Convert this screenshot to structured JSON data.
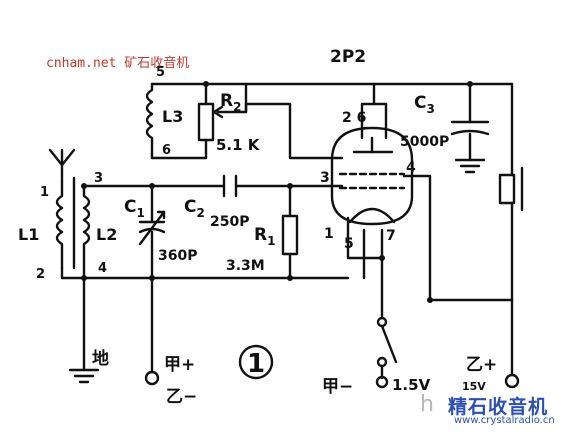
{
  "header": {
    "site_label": "cnham.net 矿石收音机"
  },
  "tube": {
    "name": "2P2",
    "pin_2_6": "2 6",
    "pin_3": "3",
    "pin_4": "4",
    "pin_1": "1",
    "pin_5": "5",
    "pin_7": "7"
  },
  "components": {
    "L3": {
      "label": "L3",
      "pin_top": "5",
      "pin_bottom": "6"
    },
    "R2": {
      "label": "R",
      "sub": "2",
      "value": "5.1 K"
    },
    "C3": {
      "label": "C",
      "sub": "3",
      "value": "5000P"
    },
    "L1": {
      "label": "L1",
      "pin_top": "1",
      "pin_bottom": "2"
    },
    "L2": {
      "label": "L2",
      "pin_top": "3",
      "pin_bottom": "4"
    },
    "C1": {
      "label": "C",
      "sub": "1",
      "value": "360P"
    },
    "C2": {
      "label": "C",
      "sub": "2",
      "value": "250P"
    },
    "R1": {
      "label": "R",
      "sub": "1",
      "value": "3.3M"
    }
  },
  "terminals": {
    "ground": "地",
    "jia_plus": "甲+",
    "yi_minus": "乙−",
    "jia_minus": "甲−",
    "voltage_1_5": "1.5V",
    "yi_plus": "乙+",
    "voltage_15": "15V"
  },
  "figure_number": "1",
  "watermark": {
    "main": "精石收音机",
    "url": "www.crystalradio.cn",
    "ghost": "h"
  }
}
